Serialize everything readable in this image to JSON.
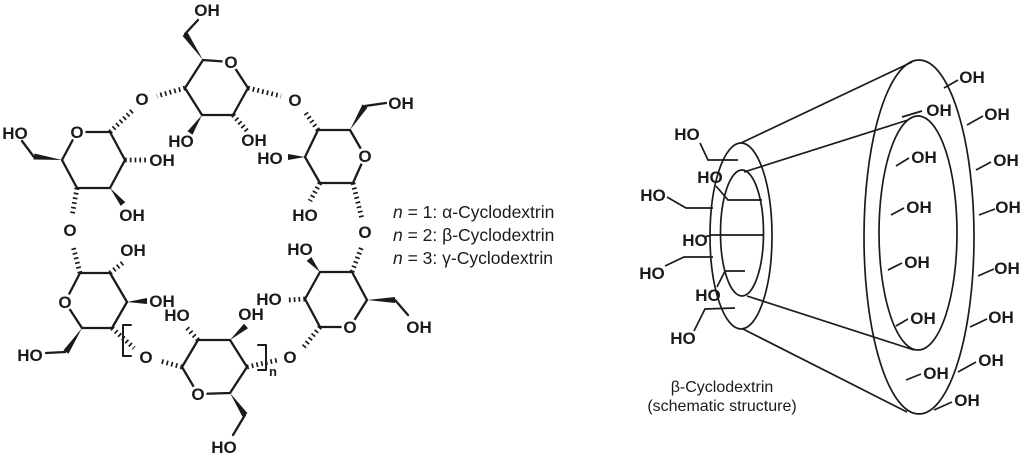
{
  "figure": {
    "background": "#ffffff",
    "ink": "#1b1b1b",
    "description_left": "cyclodextrin macrocycle chemical structure",
    "description_right": "truncated-cone schematic of beta-cyclodextrin"
  },
  "legend": {
    "items": [
      {
        "variable": "n",
        "text": " = 1: α-Cyclodextrin"
      },
      {
        "variable": "n",
        "text": " = 2: β-Cyclodextrin"
      },
      {
        "variable": "n",
        "text": " = 3: γ-Cyclodextrin"
      }
    ]
  },
  "molecule": {
    "ring_oxygen": "O",
    "glycosidic_oxygen": "O",
    "repeat_subscript": "n",
    "hydroxyls": [
      "OH",
      "HO",
      "OH",
      "HO",
      "OH",
      "OH",
      "HO",
      "OH",
      "OH",
      "HO",
      "HO",
      "OH",
      "OH",
      "HO",
      "HO",
      "OH",
      "HO",
      "HO"
    ]
  },
  "schematic": {
    "primary_hydroxyls": [
      "HO",
      "HO",
      "HO",
      "HO",
      "HO",
      "HO",
      "HO"
    ],
    "secondary_hydroxyls_inner": [
      "OH",
      "OH",
      "OH",
      "OH",
      "OH",
      "OH"
    ],
    "secondary_hydroxyls_outer": [
      "OH",
      "OH",
      "OH",
      "OH",
      "OH",
      "OH",
      "OH",
      "OH"
    ],
    "caption": [
      "β-Cyclodextrin",
      "(schematic structure)"
    ]
  }
}
